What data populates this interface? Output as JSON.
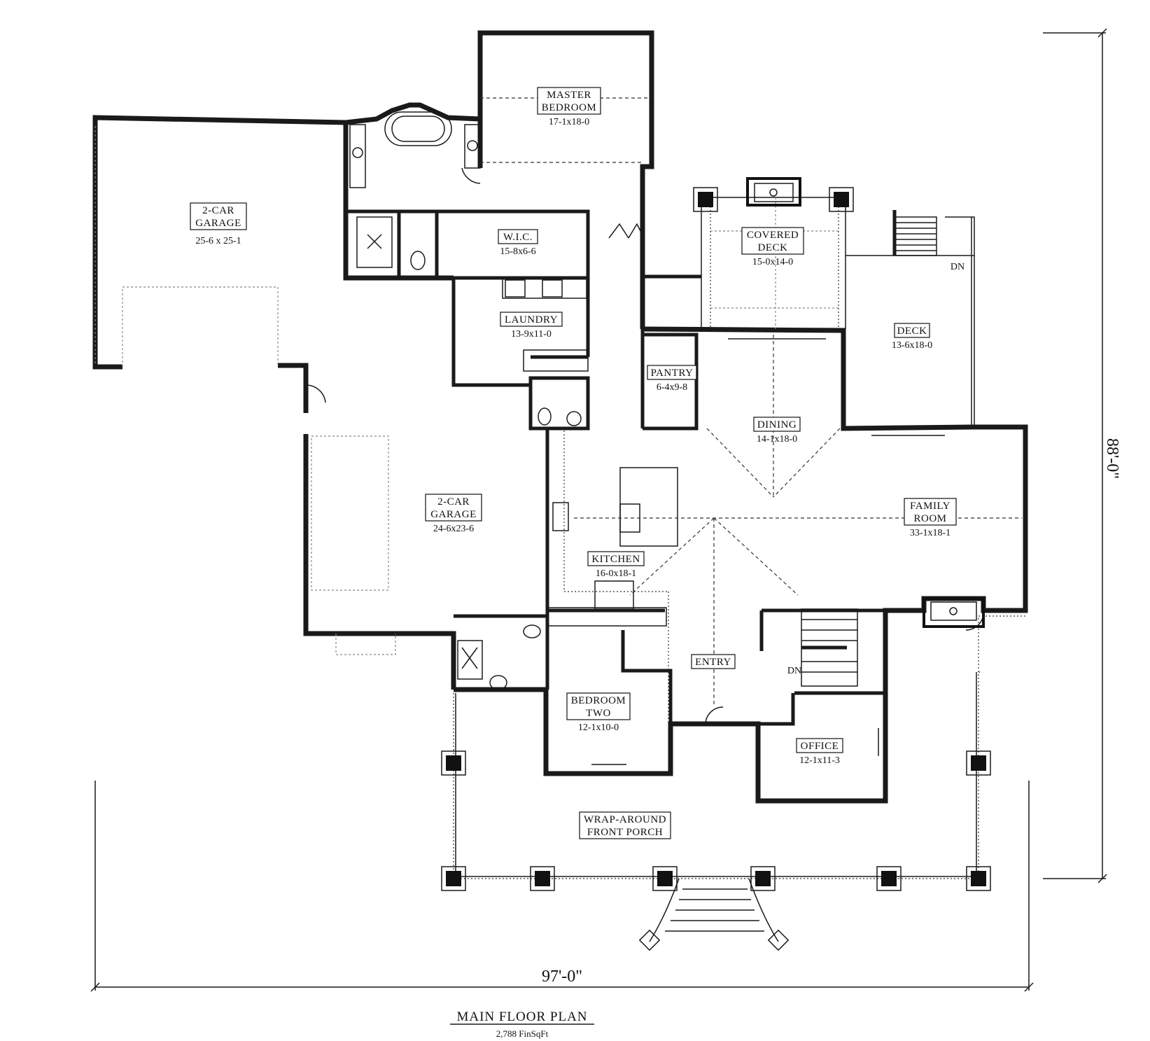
{
  "plan": {
    "title": "MAIN FLOOR PLAN",
    "area": "2,788 FinSqFt",
    "width_dim": "97'-0\"",
    "depth_dim": "88'-0\""
  },
  "rooms": {
    "master": {
      "name1": "MASTER",
      "name2": "BEDROOM",
      "size": "17-1x18-0"
    },
    "garage_a": {
      "name1": "2-CAR",
      "name2": "GARAGE",
      "size": "25-6 x 25-1"
    },
    "wic": {
      "name1": "W.I.C.",
      "size": "15-8x6-6"
    },
    "laundry": {
      "name1": "LAUNDRY",
      "size": "13-9x11-0"
    },
    "covered_deck": {
      "name1": "COVERED",
      "name2": "DECK",
      "size": "15-0x14-0"
    },
    "deck": {
      "name1": "DECK",
      "size": "13-6x18-0"
    },
    "pantry": {
      "name1": "PANTRY",
      "size": "6-4x9-8"
    },
    "dining": {
      "name1": "DINING",
      "size": "14-1x18-0"
    },
    "garage_b": {
      "name1": "2-CAR",
      "name2": "GARAGE",
      "size": "24-6x23-6"
    },
    "family": {
      "name1": "FAMILY",
      "name2": "ROOM",
      "size": "33-1x18-1"
    },
    "kitchen": {
      "name1": "KITCHEN",
      "size": "16-0x18-1"
    },
    "entry": {
      "name1": "ENTRY"
    },
    "bedroom_two": {
      "name1": "BEDROOM",
      "name2": "TWO",
      "size": "12-1x10-0"
    },
    "office": {
      "name1": "OFFICE",
      "size": "12-1x11-3"
    },
    "porch": {
      "name1": "WRAP-AROUND",
      "name2": "FRONT PORCH"
    }
  },
  "stairs": {
    "deck_dn": "DN",
    "entry_dn": "DN"
  }
}
